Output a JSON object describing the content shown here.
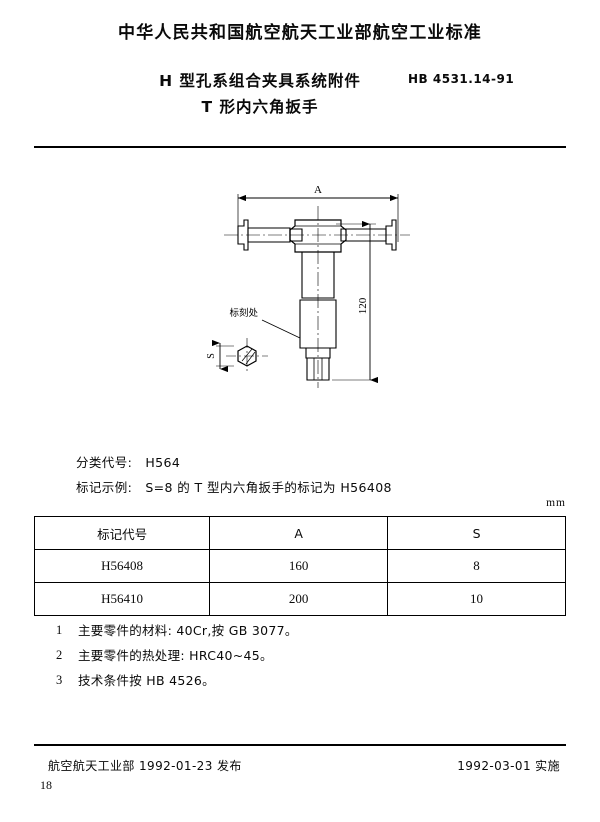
{
  "header": {
    "ministry_title": "中华人民共和国航空航天工业部航空工业标准",
    "standard_title_line1": "H 型孔系组合夹具系统附件",
    "standard_title_line2": "T 形内六角扳手",
    "standard_number": "HB 4531.14-91"
  },
  "drawing": {
    "dim_a": "A",
    "dim_120": "120",
    "dim_s": "S",
    "marking_label": "标刻处"
  },
  "body": {
    "classification_label": "分类代号:",
    "classification_value": "H564",
    "marking_example_label": "标记示例:",
    "marking_example_value": "S=8 的 T 型内六角扳手的标记为 H56408"
  },
  "table": {
    "unit": "mm",
    "headers": [
      "标记代号",
      "A",
      "S"
    ],
    "rows": [
      [
        "H56408",
        "160",
        "8"
      ],
      [
        "H56410",
        "200",
        "10"
      ]
    ]
  },
  "notes": [
    {
      "num": "1",
      "text": "主要零件的材料:  40Cr,按 GB 3077。"
    },
    {
      "num": "2",
      "text": "主要零件的热处理:  HRC40~45。"
    },
    {
      "num": "3",
      "text": "技术条件按 HB 4526。"
    }
  ],
  "footer": {
    "issuer": "航空航天工业部 1992-01-23 发布",
    "effective": "1992-03-01 实施",
    "page_number": "18"
  }
}
